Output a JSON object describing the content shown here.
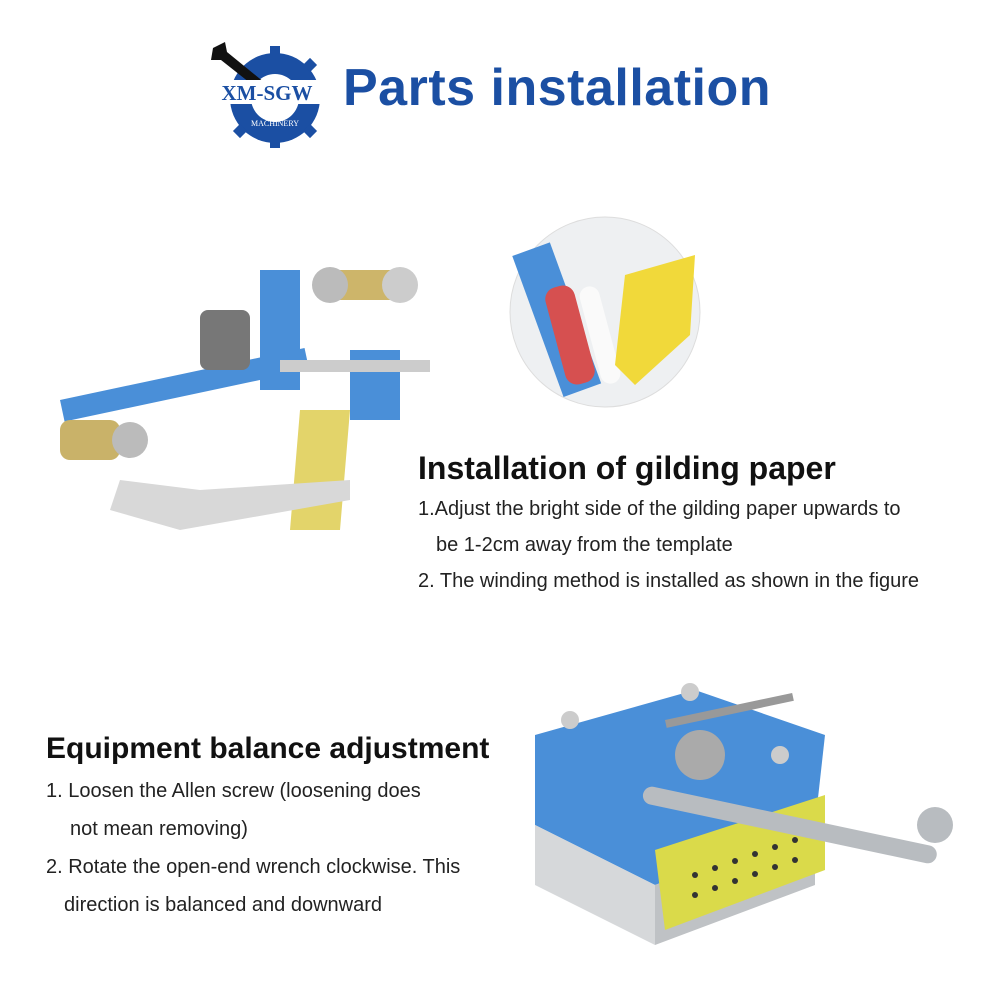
{
  "header": {
    "logo_text": "XM-SGW",
    "logo_subtext": "MACHINERY",
    "title": "Parts installation"
  },
  "section1": {
    "heading": "Installation of gilding paper",
    "lines": [
      "1.Adjust the bright side of the gilding paper upwards to",
      "be 1-2cm away from the template",
      "2. The winding method is installed as shown in the figure"
    ]
  },
  "section2": {
    "heading": "Equipment balance adjustment",
    "lines": [
      "1. Loosen the Allen screw (loosening does",
      "not mean removing)",
      "2. Rotate the open-end wrench clockwise. This",
      "direction is balanced and downward"
    ]
  },
  "colors": {
    "brand_blue": "#1b4fa3",
    "part_blue": "#4a8fd8",
    "foil_yellow": "#e8d84a"
  }
}
